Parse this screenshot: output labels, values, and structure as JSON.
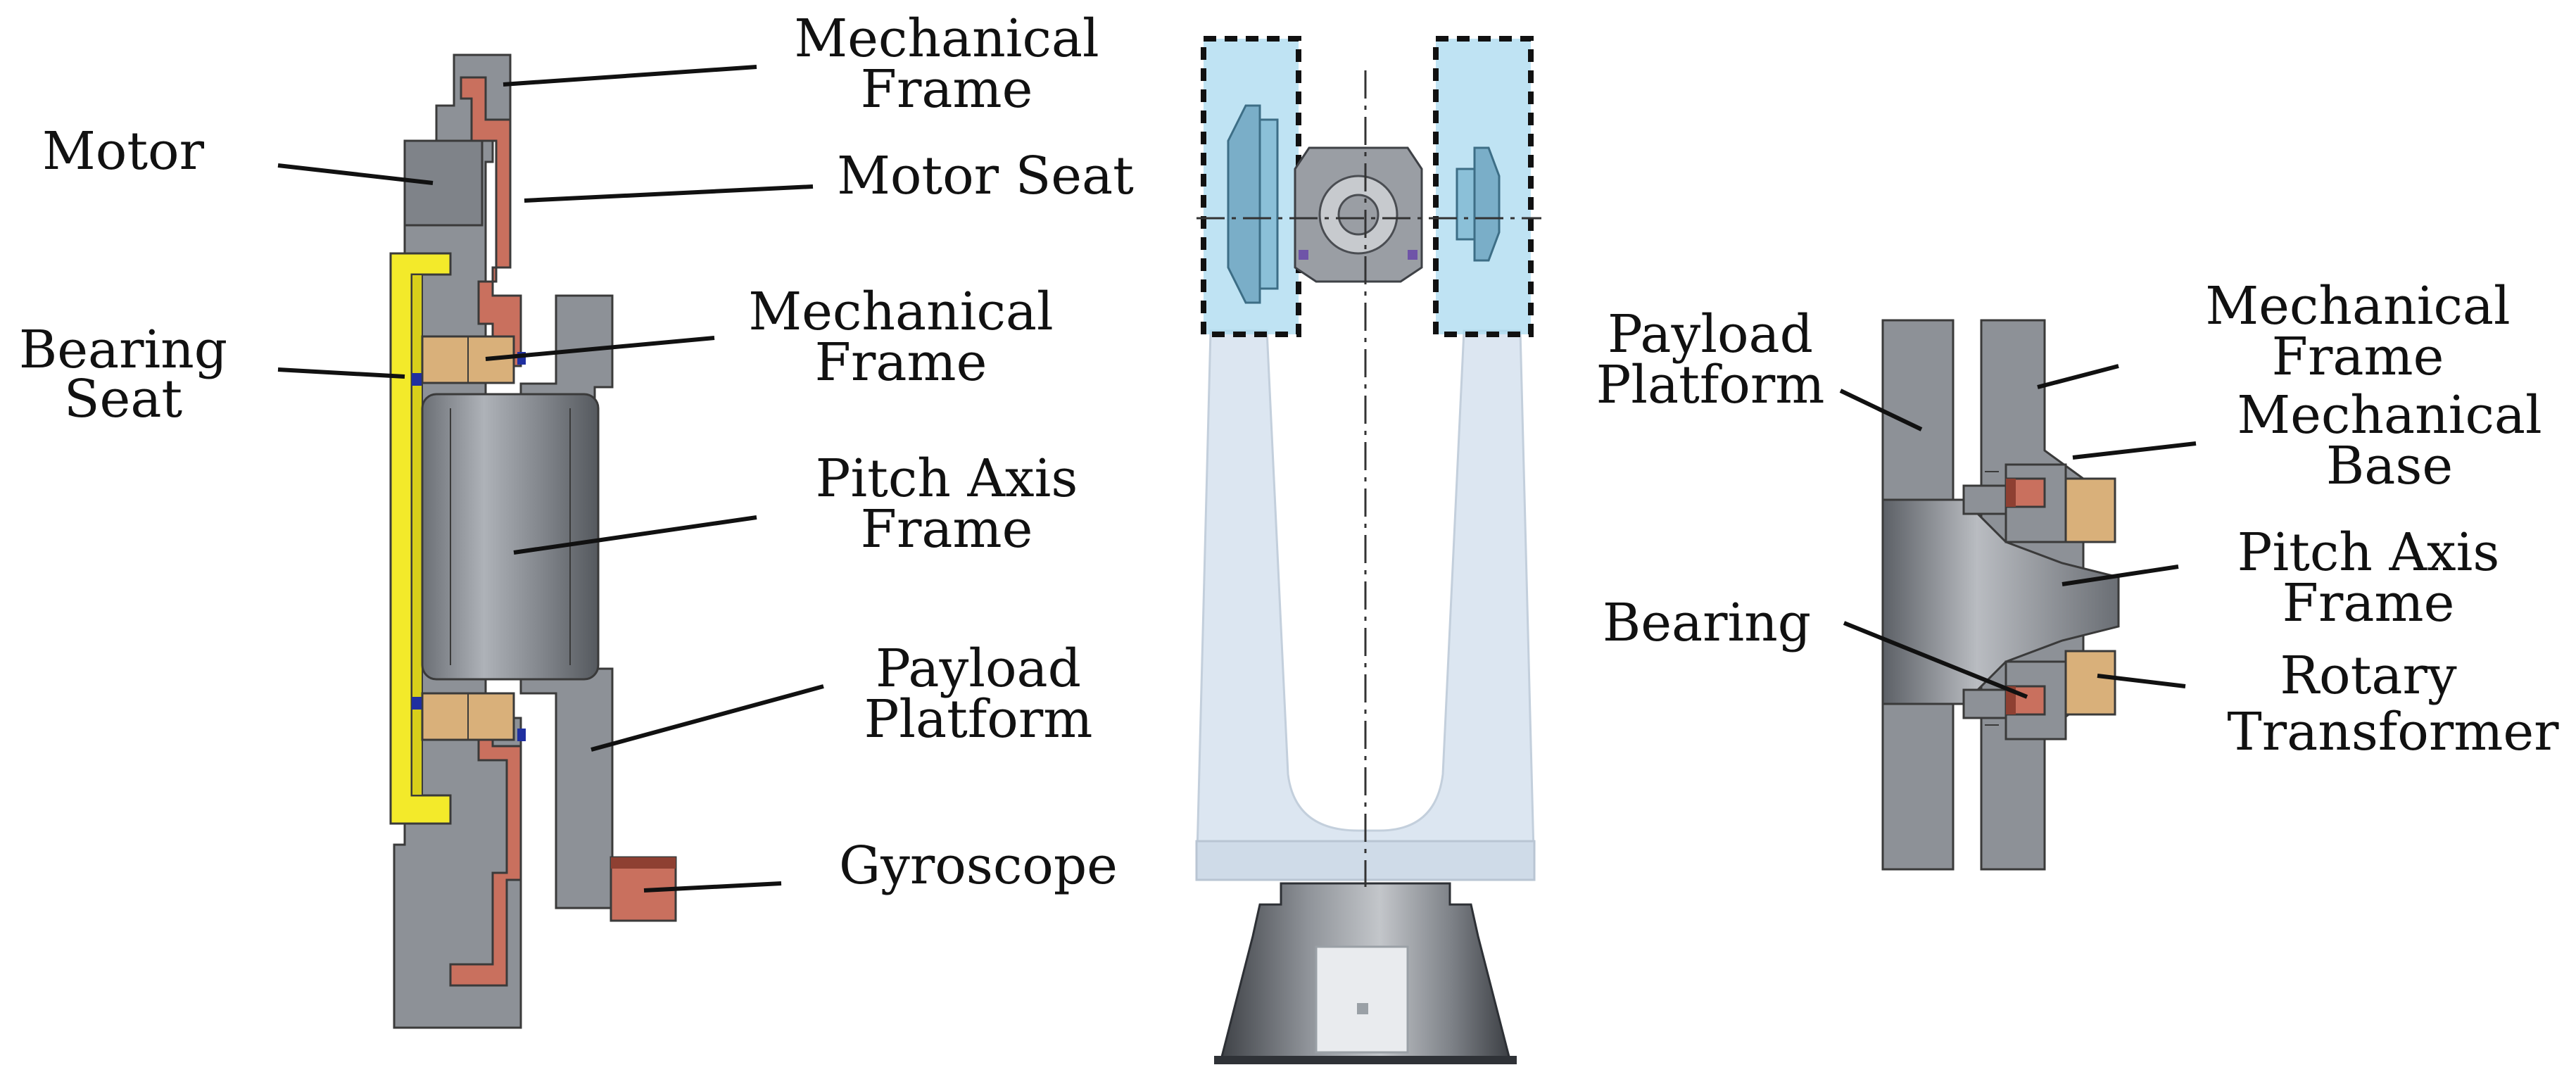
{
  "colors": {
    "steel": "#8d9197",
    "steel_dark": "#5f6368",
    "steel_light": "#b6babf",
    "copper": "#c9705e",
    "copper_dark": "#8e4032",
    "yellow": "#f3ea2a",
    "tan": "#d9b07a",
    "seal_blue": "#1f2fa0",
    "glass_blue": "#a9d9ef",
    "arm_blue": "#dce6f1"
  },
  "left_view": {
    "labels": {
      "mechanical_frame_top": [
        "Mechanical",
        "Frame"
      ],
      "motor": "Motor",
      "motor_seat": "Motor Seat",
      "mechanical_frame_mid": [
        "Mechanical",
        "Frame"
      ],
      "bearing_seat": [
        "Bearing",
        "Seat"
      ],
      "pitch_axis_frame": [
        "Pitch Axis",
        "Frame"
      ],
      "payload_platform": [
        "Payload",
        "Platform"
      ],
      "gyroscope": "Gyroscope"
    }
  },
  "right_view": {
    "labels": {
      "payload_platform": [
        "Payload",
        "Platform"
      ],
      "mechanical_frame": [
        "Mechanical",
        "Frame"
      ],
      "mechanical_base": [
        "Mechanical",
        "Base"
      ],
      "pitch_axis_frame": [
        "Pitch Axis",
        "Frame"
      ],
      "bearing": "Bearing",
      "rotary_transformer": [
        "Rotary",
        "Transformer"
      ]
    }
  }
}
